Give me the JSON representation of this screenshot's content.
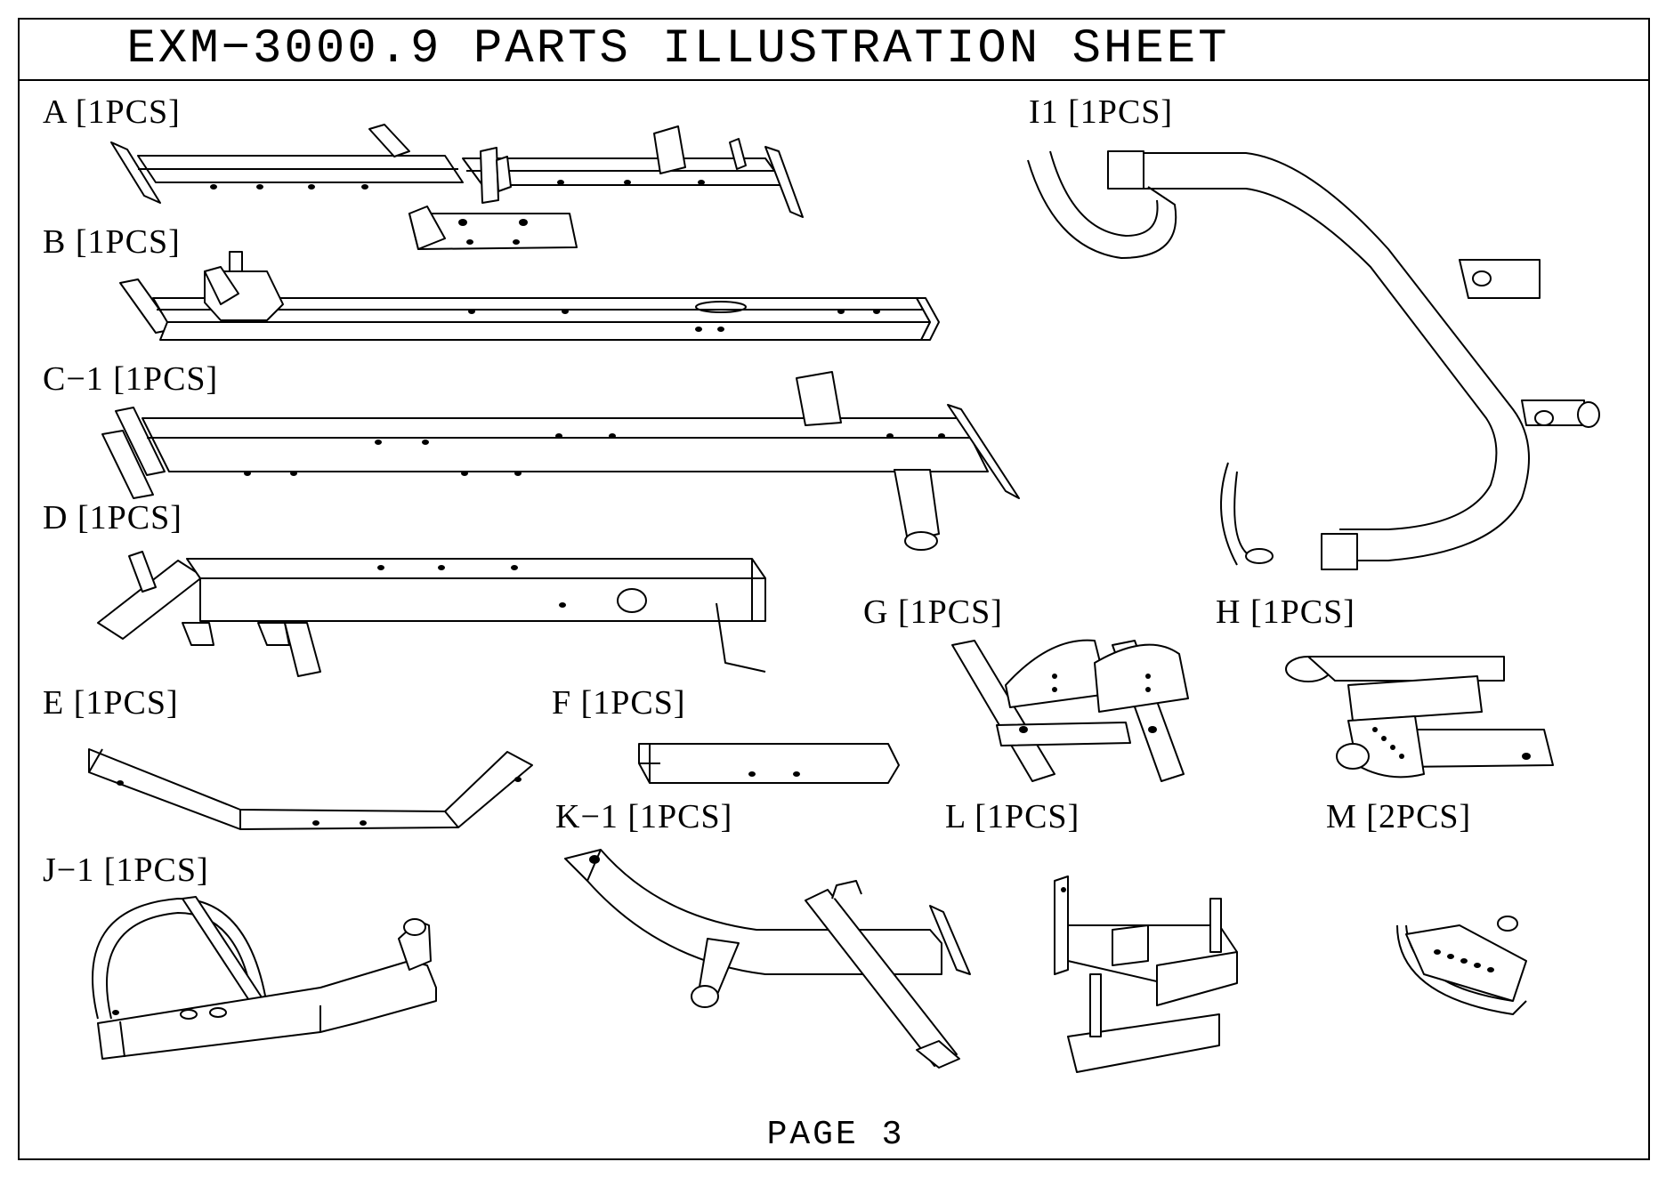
{
  "sheet": {
    "title": "EXM−3000.9   PARTS ILLUSTRATION SHEET",
    "page": "PAGE 3"
  },
  "parts": {
    "A": "A [1PCS]",
    "B": "B [1PCS]",
    "C1": "C−1 [1PCS]",
    "D": "D [1PCS]",
    "E": "E [1PCS]",
    "F": "F [1PCS]",
    "G": "G [1PCS]",
    "H": "H [1PCS]",
    "I1": "I1 [1PCS]",
    "J1": "J−1 [1PCS]",
    "K1": "K−1 [1PCS]",
    "L": "L [1PCS]",
    "M": "M [2PCS]"
  }
}
